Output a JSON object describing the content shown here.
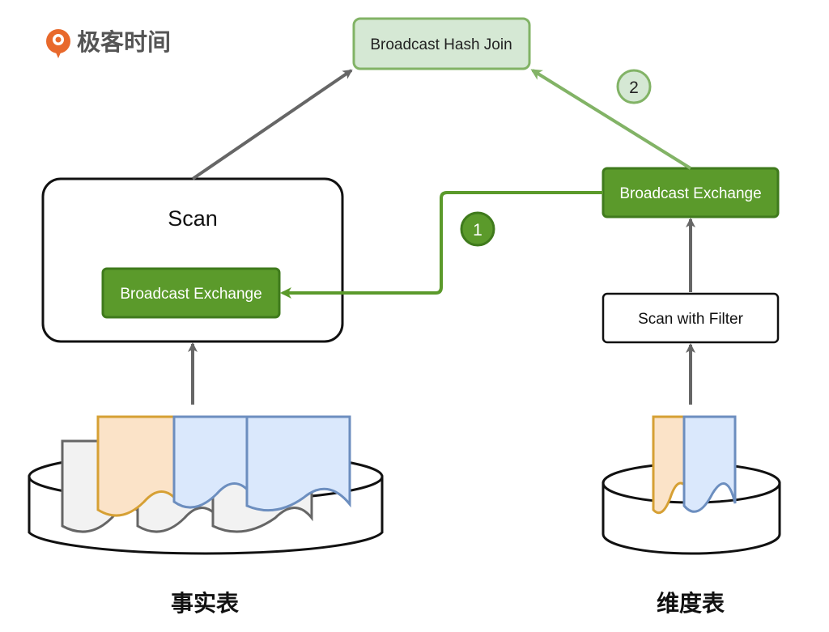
{
  "brand": {
    "name": "极客时间"
  },
  "nodes": {
    "join": "Broadcast Hash Join",
    "scan": "Scan",
    "exchange_left": "Broadcast Exchange",
    "exchange_right": "Broadcast Exchange",
    "scan_filter": "Scan with Filter"
  },
  "steps": {
    "step1": "1",
    "step2": "2"
  },
  "tables": {
    "fact": "事实表",
    "dimension": "维度表"
  },
  "colors": {
    "green_dark": "#5b9a2b",
    "green_border": "#3f7a1c",
    "green_light_fill": "#d5e8d4",
    "green_light_border": "#82b366",
    "orange_fill": "#fbe3c8",
    "orange_border": "#d6a034",
    "blue_fill": "#dae8fc",
    "blue_border": "#6c8ebf",
    "gray_fill": "#f2f2f2",
    "gray_border": "#666666",
    "arrow_gray": "#666666",
    "arrow_green": "#5b9a2b",
    "logo_orange": "#e8692c"
  }
}
